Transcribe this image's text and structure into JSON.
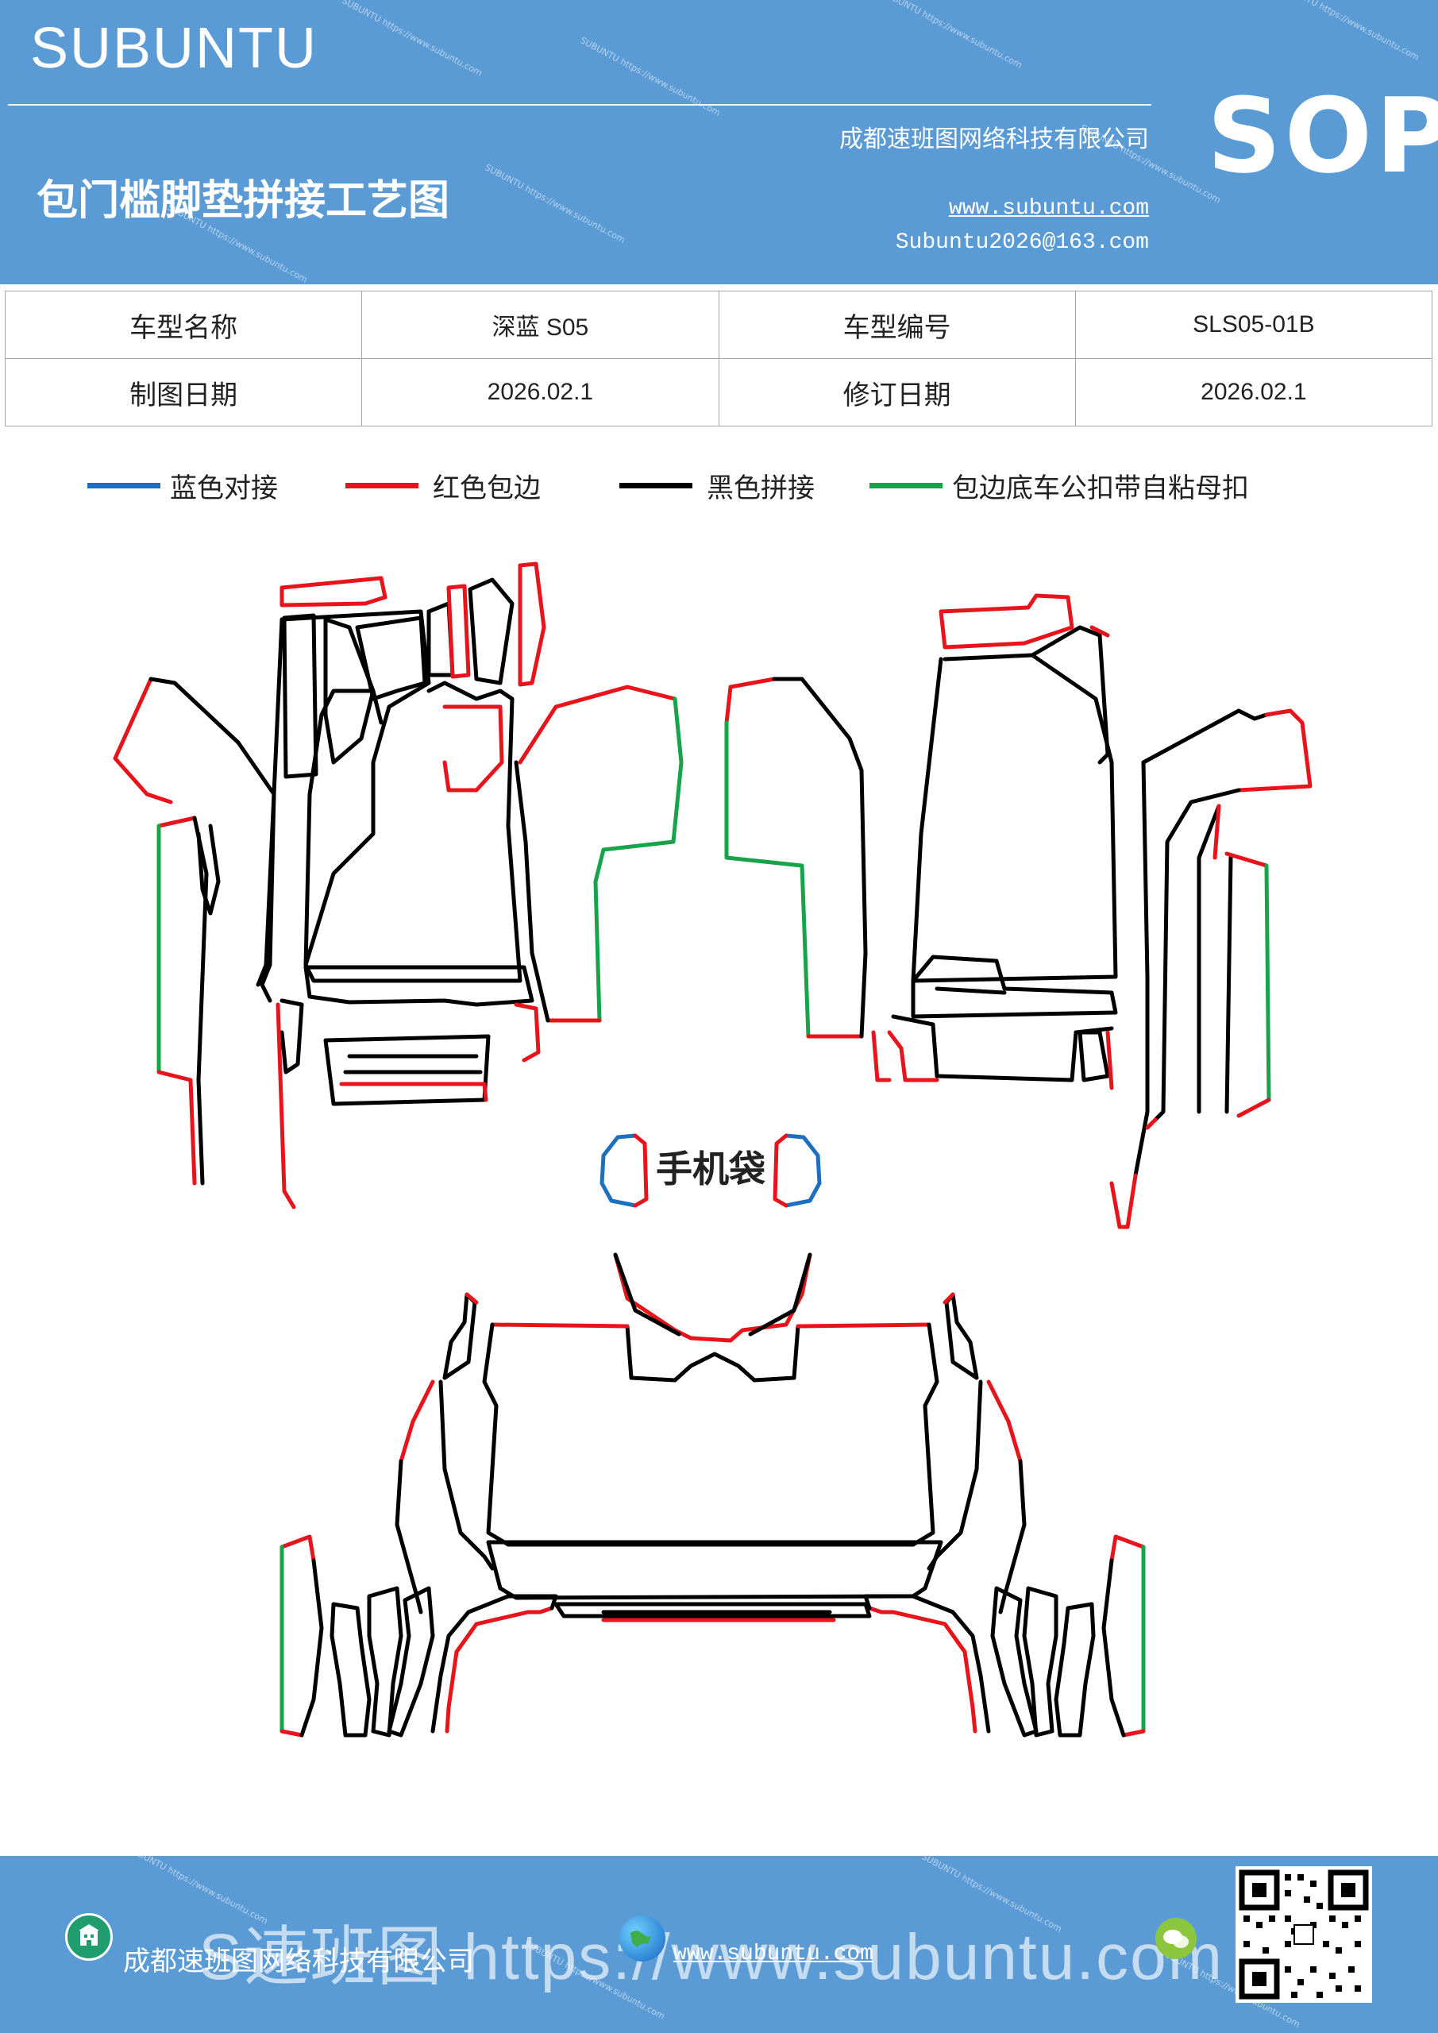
{
  "header": {
    "brand": "SUBUNTU",
    "title": "包门槛脚垫拼接工艺图",
    "company": "成都速班图网络科技有限公司",
    "website": "www.subuntu.com",
    "email": "Subuntu2026@163.com",
    "badge": "SOP"
  },
  "info_table": {
    "model_name_label": "车型名称",
    "model_name_value": "深蓝 S05",
    "model_code_label": "车型编号",
    "model_code_value": "SLS05-01B",
    "draw_date_label": "制图日期",
    "draw_date_value": "2026.02.1",
    "revise_date_label": "修订日期",
    "revise_date_value": "2026.02.1"
  },
  "legend": [
    {
      "label": "蓝色对接",
      "color": "#1f6fc0"
    },
    {
      "label": "红色包边",
      "color": "#e8141b"
    },
    {
      "label": "黑色拼接",
      "color": "#000000"
    },
    {
      "label": "包边底车公扣带自粘母扣",
      "color": "#16a34a"
    }
  ],
  "diagram": {
    "phone_pocket_label": "手机袋"
  },
  "footer": {
    "overlay_text": "S速班图 https://www.subuntu.com",
    "company": "成都速班图网络科技有限公司",
    "website": "www.subuntu.com",
    "icons": [
      "building-icon",
      "globe-icon",
      "wechat-icon",
      "qr-code"
    ]
  }
}
